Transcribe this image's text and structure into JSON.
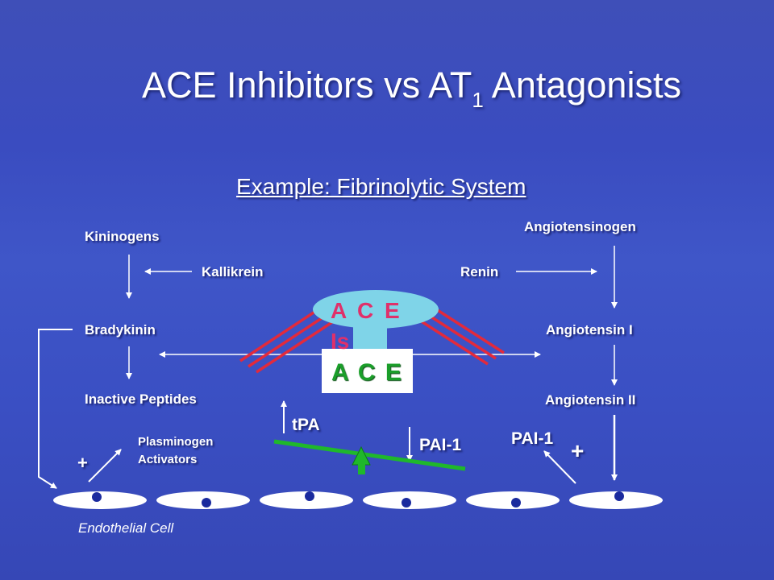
{
  "title": {
    "main": "ACE Inhibitors vs AT",
    "subscript": "1",
    "tail": " Antagonists"
  },
  "subtitle": "Example: Fibrinolytic System",
  "left_pathway": {
    "substrate": "Kininogens",
    "enzyme": "Kallikrein",
    "product": "Bradykinin",
    "degraded": "Inactive Peptides"
  },
  "right_pathway": {
    "substrate": "Angiotensinogen",
    "enzyme": "Renin",
    "product": "Angiotensin I",
    "final": "Angiotensin II"
  },
  "ace": {
    "inhibitor_label": "A C E",
    "inhibitor_suffix": "Is",
    "enzyme_label": "A C E"
  },
  "fibrinolysis": {
    "tpa": "tPA",
    "pai_left": "PAI-1",
    "pai_right": "PAI-1",
    "plasminogen_line1": "Plasminogen",
    "plasminogen_line2": "Activators"
  },
  "signs": {
    "plus_left": "+",
    "plus_right": "+"
  },
  "cell_label": "Endothelial Cell",
  "colors": {
    "background": "#3a4cc0",
    "ace_inhibitor": "#e0306a",
    "ace_enzyme": "#1b9e2a",
    "balance_bar": "#1fb82b",
    "ellipse": "#7fd4e8"
  }
}
